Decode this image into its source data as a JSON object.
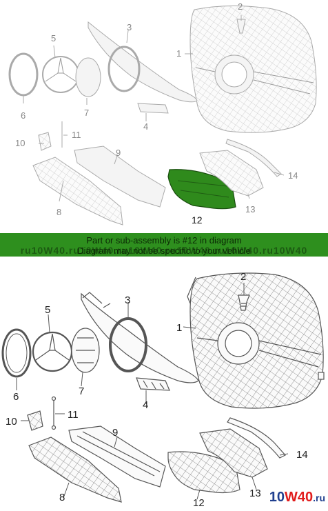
{
  "banner": {
    "line1": "Part or sub-assembly is #12 in diagram",
    "line2": "Diagram may not be specific to your vehicle",
    "watermark": "ru10W40.ru10W40.ru10W40.ru10W40.ru10W40.ru10W40",
    "color": "#2e8f1e"
  },
  "highlight": {
    "part": "12",
    "color": "#2f8a1c"
  },
  "top_callouts": {
    "c1": "1",
    "c2": "2",
    "c3": "3",
    "c4": "4",
    "c5": "5",
    "c6": "6",
    "c7": "7",
    "c8": "8",
    "c9": "9",
    "c10": "10",
    "c11": "11",
    "c12": "12",
    "c13": "13",
    "c14": "14"
  },
  "callouts": {
    "c1": "1",
    "c2": "2",
    "c3": "3",
    "c4": "4",
    "c5": "5",
    "c6": "6",
    "c7": "7",
    "c8": "8",
    "c9": "9",
    "c10": "10",
    "c11": "11",
    "c12": "12",
    "c13": "13",
    "c14": "14"
  },
  "logo": {
    "part1": "10",
    "part2": "W40",
    "part3": ".ru"
  }
}
